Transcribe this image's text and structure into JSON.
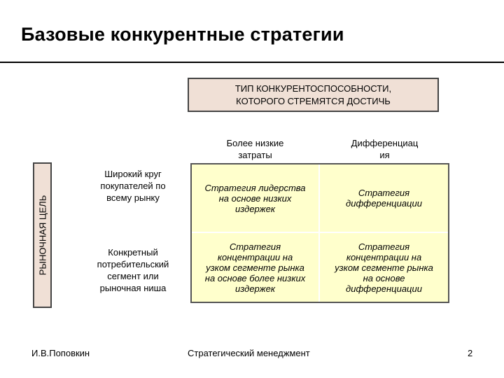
{
  "title": "Базовые конкурентные стратегии",
  "top_box": {
    "line1": "ТИП КОНКУРЕНТОСПОСОБНОСТИ,",
    "line2": "КОТОРОГО СТРЕМЯТСЯ ДОСТИЧЬ"
  },
  "side_label": "РЫНОЧНАЯ ЦЕЛЬ",
  "columns": [
    {
      "line1": "Более низкие",
      "line2": "затраты"
    },
    {
      "line1": "Дифференциац",
      "line2": "ия"
    }
  ],
  "rows": [
    {
      "lines": [
        "Широкий круг",
        "покупателей по",
        "всему рынку"
      ]
    },
    {
      "lines": [
        "Конкретный",
        "потребительский",
        "сегмент или",
        "рыночная ниша"
      ]
    }
  ],
  "cells": [
    {
      "lines": [
        "Стратегия лидерства",
        "на основе низких",
        "издержек"
      ]
    },
    {
      "lines": [
        "Стратегия",
        "дифференциации"
      ]
    },
    {
      "lines": [
        "Стратегия",
        "концентрации на",
        "узком сегменте рынка",
        "на основе более низких",
        "издержек"
      ]
    },
    {
      "lines": [
        "Стратегия",
        "концентрации на",
        "узком сегменте рынка",
        "на основе",
        "дифференциации"
      ]
    }
  ],
  "footer": {
    "author": "И.В.Поповкин",
    "course": "Стратегический менеджмент",
    "page": "2"
  },
  "colors": {
    "header_box_fill": "#f0e0d6",
    "matrix_fill": "#ffffcc"
  }
}
